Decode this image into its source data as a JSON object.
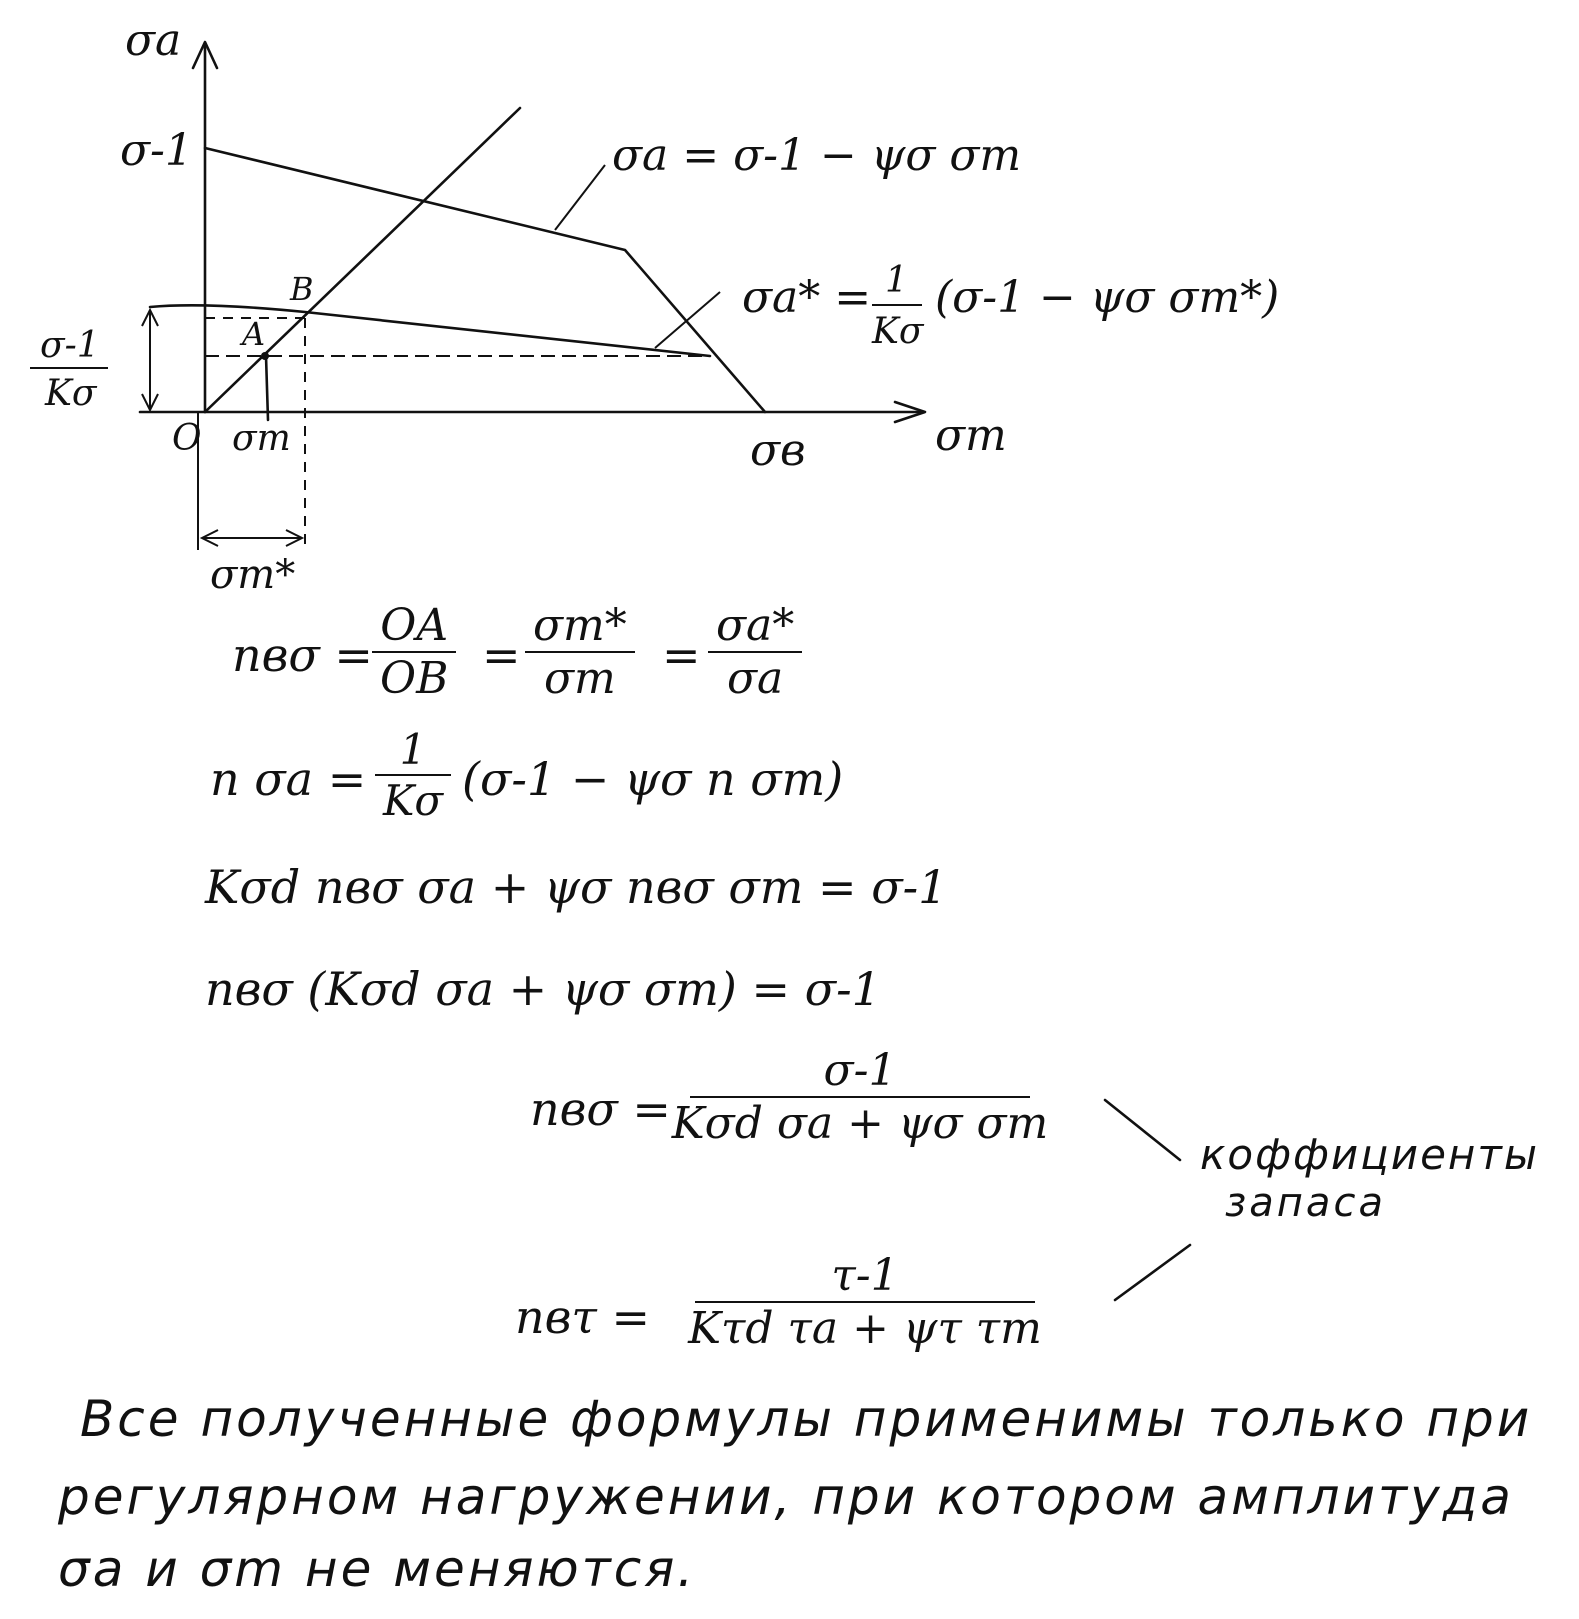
{
  "diagram": {
    "axis_y_label": "σa",
    "axis_x_label": "σm",
    "origin_label": "O",
    "sigma_minus1_label": "σ-1",
    "sigma_b_label": "σв",
    "frac_left_num": "σ-1",
    "frac_left_den": "Kσ",
    "point_a_label": "A",
    "point_b_label": "B",
    "sigma_m_label": "σm",
    "sigma_m_star_label": "σm*",
    "line1_eq": "σa = σ-1 − ψσ σm",
    "line2_eq_left": "σa* =",
    "line2_eq_num": "1",
    "line2_eq_den": "Kσ",
    "line2_eq_right": "(σ-1 − ψσ σm*)"
  },
  "equations": {
    "eq1_left": "nвσ =",
    "eq1_f1_num": "OA",
    "eq1_f1_den": "OB",
    "eq1_f2_num": "σm*",
    "eq1_f2_den": "σm",
    "eq1_f3_num": "σa*",
    "eq1_f3_den": "σa",
    "eq_sign": "=",
    "eq2_left": "n σa =",
    "eq2_num": "1",
    "eq2_den": "Kσ",
    "eq2_right": "(σ-1 − ψσ n σm)",
    "eq3": "Kσd nвσ σa + ψσ nвσ σm = σ-1",
    "eq4": "nвσ (Kσd σa + ψσ σm) = σ-1",
    "eq5_left": "nвσ =",
    "eq5_num": "σ-1",
    "eq5_den": "Kσd σa + ψσ σm",
    "eq6_left": "nвτ =",
    "eq6_num": "τ-1",
    "eq6_den": "Kτd τa + ψτ τm",
    "annotation_line1": "коффициенты",
    "annotation_line2": "запаса"
  },
  "note": {
    "line1": "Все полученные формулы применимы только при",
    "line2": "регулярном нагружении, при котором амплитуда",
    "line3": "σa и σm не меняются."
  }
}
